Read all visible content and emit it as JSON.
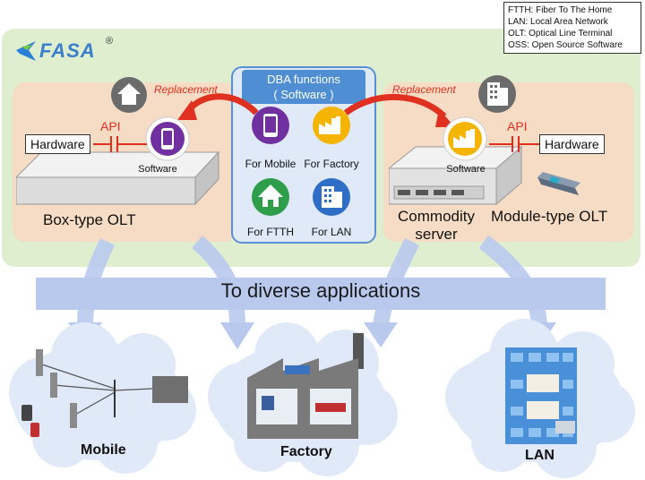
{
  "legend": {
    "lines": [
      "FTTH: Fiber To The Home",
      "LAN: Local Area Network",
      "OLT: Optical Line Terminal",
      "OSS: Open Source Software"
    ]
  },
  "logo": {
    "text": "FASA",
    "mark": "®"
  },
  "dba": {
    "title_line1": "DBA functions",
    "title_line2": "( Software )",
    "items": [
      "For Mobile",
      "For Factory",
      "For FTTH",
      "For LAN"
    ]
  },
  "left": {
    "replacement": "Replacement",
    "api": "API",
    "hardware": "Hardware",
    "software": "Software",
    "device_label": "Box-type OLT"
  },
  "right": {
    "replacement": "Replacement",
    "api": "API",
    "hardware": "Hardware",
    "software": "Software",
    "server_label_line1": "Commodity",
    "server_label_line2": "server",
    "device_label": "Module-type OLT"
  },
  "band": {
    "text": "To diverse applications"
  },
  "clouds": {
    "mobile": "Mobile",
    "factory": "Factory",
    "lan": "LAN"
  },
  "colors": {
    "purple": "#7030a0",
    "yellow": "#f4b400",
    "green": "#2e9e4a",
    "blue": "#2e6ec7",
    "red": "#e03020"
  }
}
